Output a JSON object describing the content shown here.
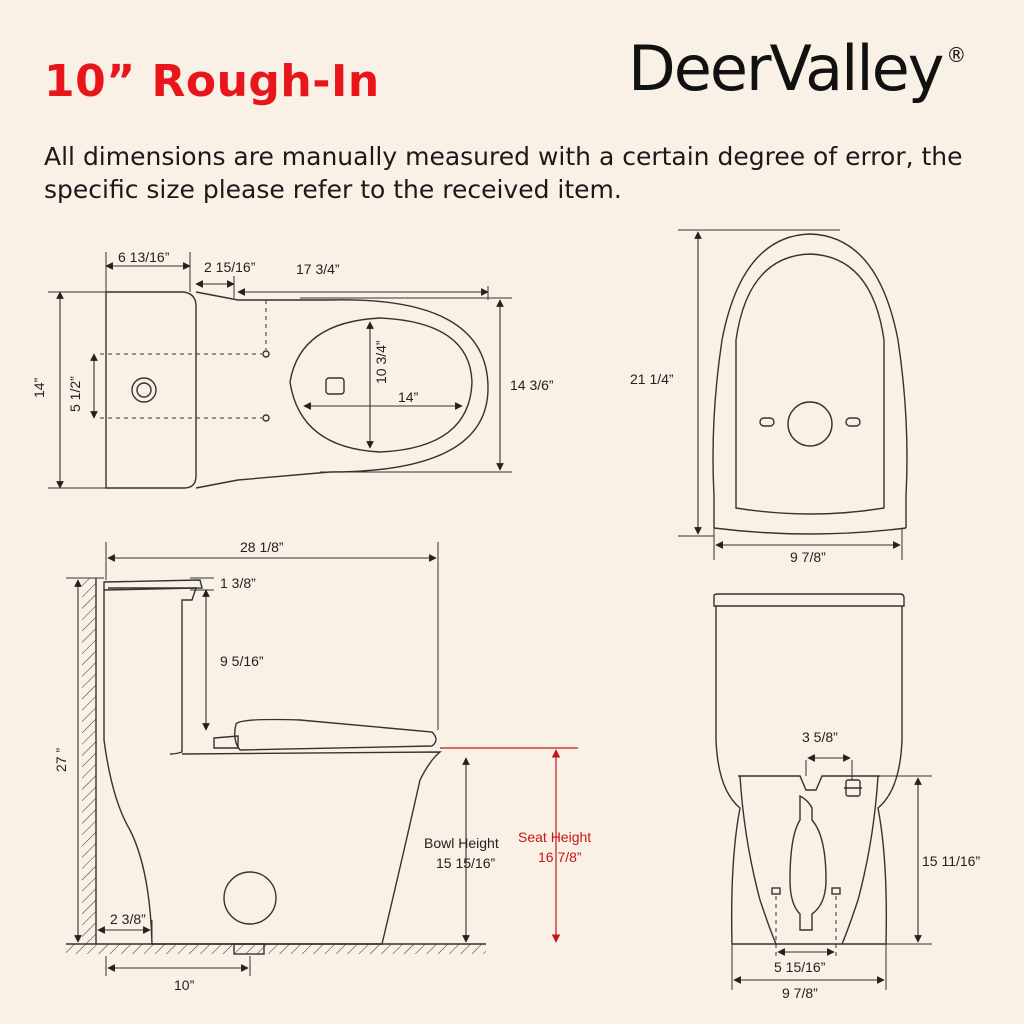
{
  "header": {
    "title": "10” Rough-In",
    "brand": "DeerValley",
    "brand_mark": "®"
  },
  "note": "All dimensions are manually measured with a certain degree of error, the specific size please refer to the received item.",
  "top_view": {
    "tank_depth": "6 13/16”",
    "gap": "2 15/16”",
    "bowl_length": "17 3/4”",
    "tank_width": "14”",
    "bolt_spacing": "5 1/2”",
    "bowl_width": "10 3/4”",
    "bowl_inner_length": "14”",
    "overall_width": "14 3/6”"
  },
  "bottom_view": {
    "length": "21 1/4”",
    "width": "9 7/8”"
  },
  "side_view": {
    "overall_length": "28 1/8”",
    "lid_thickness": "1 3/8”",
    "tank_height": "9 5/16”",
    "overall_height": "27 ”",
    "bowl_height_label": "Bowl Height",
    "bowl_height": "15 15/16”",
    "seat_height_label": "Seat Height",
    "seat_height": "16 7/8”",
    "wall_gap": "2 3/8”",
    "rough_in": "10”"
  },
  "rear_view": {
    "trap_width": "3 5/8”",
    "height": "15 11/16”",
    "bolt_spacing": "5 15/16”",
    "width": "9 7/8”"
  },
  "colors": {
    "title": "#e8161b",
    "seat_height": "#c7161b",
    "background": "#f9f0e6"
  }
}
